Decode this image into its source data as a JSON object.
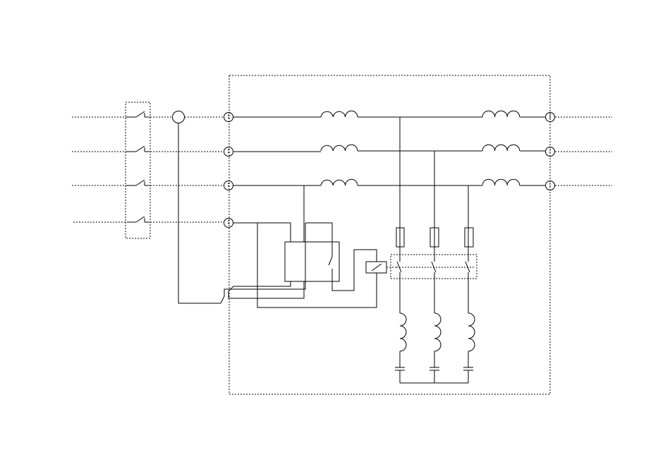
{
  "diagram": {
    "kind": "electrical-schematic",
    "colors": {
      "line": "#000000",
      "background": "#ffffff"
    },
    "symbols": [
      "main-switch-group",
      "current-sensor",
      "terminal",
      "series-inductor",
      "output-inductor",
      "fuse",
      "contactor-group",
      "contactor-coil",
      "controller-box",
      "filter-inductor",
      "filter-capacitor"
    ],
    "phase_count": 3,
    "has_neutral": true,
    "text_labels": []
  }
}
